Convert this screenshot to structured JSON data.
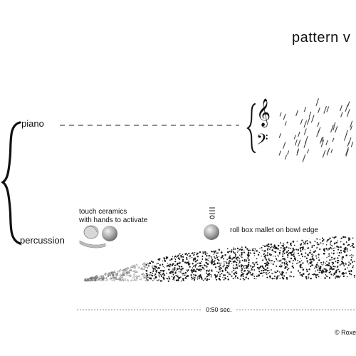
{
  "score": {
    "title": "pattern v",
    "parts": {
      "piano": "piano",
      "percussion": "percussion"
    },
    "instructions": {
      "ceramics_line1": "touch ceramics",
      "ceramics_line2": "with hands to activate",
      "mallet": "roll box mallet on bowl edge"
    },
    "timeline": {
      "marker": "0:50 sec."
    },
    "copyright": "© Roxe"
  },
  "icons": [
    "brace-icon",
    "treble-clef-icon",
    "bass-clef-icon",
    "ceramic-bowl-icon",
    "mallet-ball-icon",
    "box-mallet-icon"
  ],
  "colors": {
    "ink": "#111111",
    "grey": "#9a9a9a"
  }
}
